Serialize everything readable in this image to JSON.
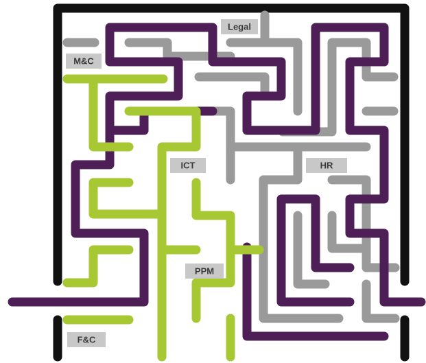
{
  "colors": {
    "border": "#111111",
    "grey_path": "#9a9a9a",
    "purple_path": "#4e1f56",
    "green_path": "#a7c832",
    "label_background": "#c8c8c8",
    "label_text": "#3a3a3a"
  },
  "labels": {
    "legal": "Legal",
    "mc": "M&C",
    "ict": "ICT",
    "hr": "HR",
    "ppm": "PPM",
    "fc": "F&C"
  }
}
